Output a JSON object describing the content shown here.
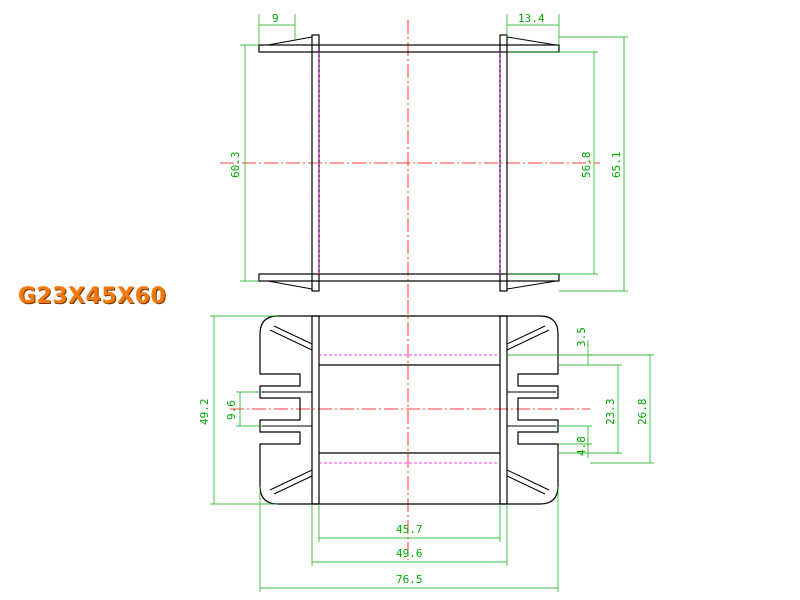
{
  "title": "G23X45X60",
  "colors": {
    "outline": "#000000",
    "dimension": "#00aa00",
    "centerline": "#ff0000",
    "hidden": "#ff00ff",
    "title": "#f07a10"
  },
  "dimensions": {
    "top_left_flange": "9",
    "top_right_flange": "13.4",
    "side_height": "60.3",
    "inner_height": "56.8",
    "overall_height": "65.1",
    "overall_width_bottom": "49.2",
    "slot_width": "9.6",
    "right_offset": "3.5",
    "right_slot": "4.8",
    "right_inner": "23.3",
    "right_outer": "26.8",
    "inner_width": "45.7",
    "mid_width": "49.6",
    "total_width": "76.5"
  }
}
